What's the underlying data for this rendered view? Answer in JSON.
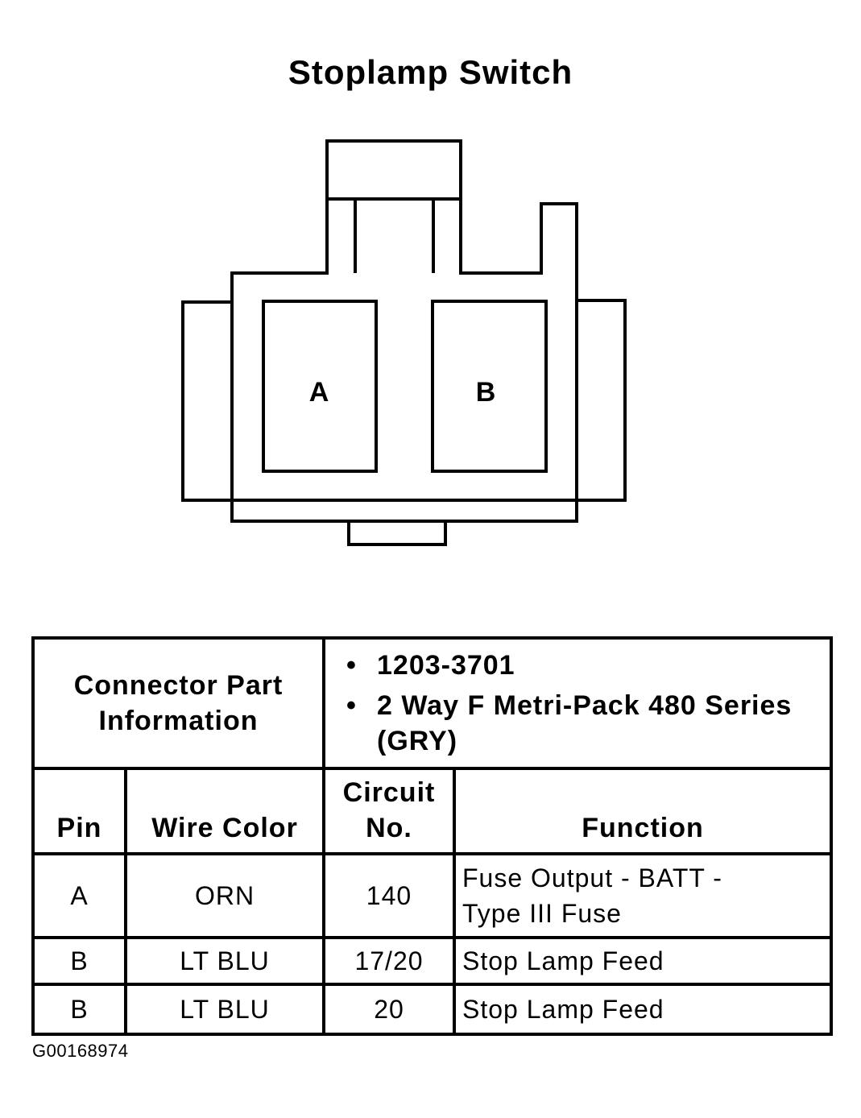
{
  "title": "Stoplamp Switch",
  "connector": {
    "cavity_a_label": "A",
    "cavity_b_label": "B"
  },
  "part_info": {
    "label_line1": "Connector Part",
    "label_line2": "Information",
    "items": [
      "1203-3701",
      "2 Way F Metri-Pack 480 Series (GRY)"
    ]
  },
  "table": {
    "headers": {
      "pin": "Pin",
      "wire_color": "Wire Color",
      "circuit_line1": "Circuit",
      "circuit_line2": "No.",
      "function": "Function"
    },
    "rows": [
      {
        "pin": "A",
        "wire_color": "ORN",
        "circuit": "140",
        "function_line1": "Fuse Output - BATT -",
        "function_line2": "Type III Fuse"
      },
      {
        "pin": "B",
        "wire_color": "LT BLU",
        "circuit": "17/20",
        "function_line1": "Stop Lamp Feed",
        "function_line2": ""
      },
      {
        "pin": "B",
        "wire_color": "LT BLU",
        "circuit": "20",
        "function_line1": "Stop Lamp Feed",
        "function_line2": ""
      }
    ]
  },
  "figure_id": "G00168974"
}
